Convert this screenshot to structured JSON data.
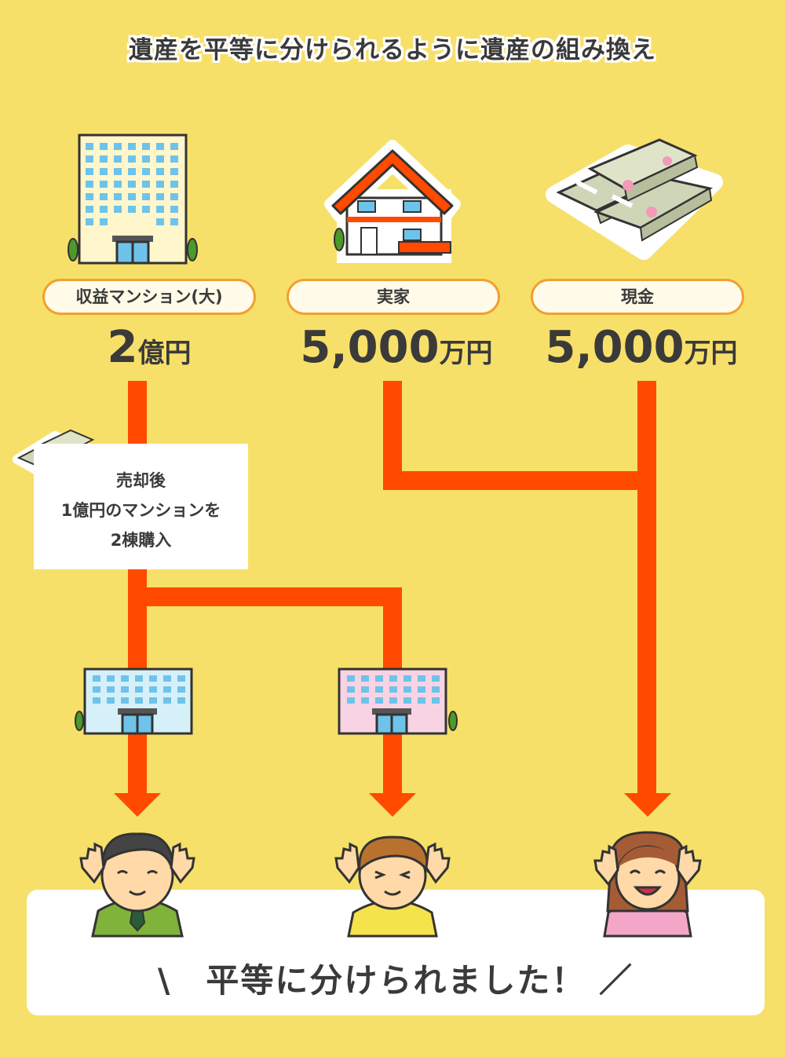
{
  "title": "遺産を平等に分けられるように遺産の組み換え",
  "assets": [
    {
      "label": "収益マンション(大)",
      "amount": "2",
      "unit": "億円",
      "icon": "office-building-icon"
    },
    {
      "label": "実家",
      "amount": "5,000",
      "unit": "万円",
      "icon": "house-icon"
    },
    {
      "label": "現金",
      "amount": "5,000",
      "unit": "万円",
      "icon": "cash-bundles-icon"
    }
  ],
  "note": {
    "line1": "売却後",
    "line2": "1億円のマンションを",
    "line3": "2棟購入"
  },
  "result": "\\　平等に分けられました！ ／",
  "colors": {
    "background": "#f7e06a",
    "arrow": "#ff4a00",
    "pill_border": "#f0a030",
    "text": "#3a3a3a"
  }
}
